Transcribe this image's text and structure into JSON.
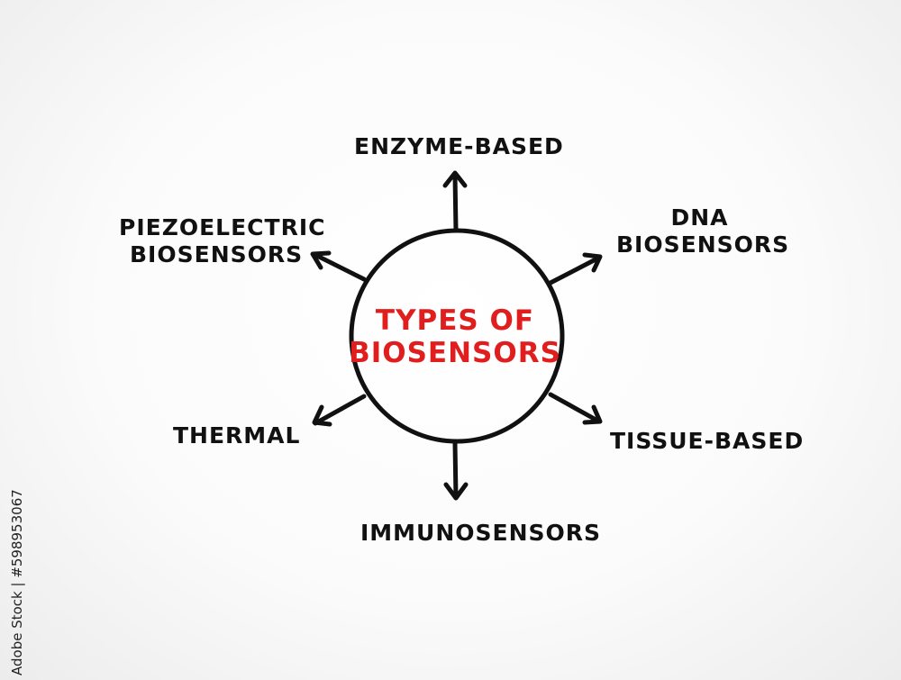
{
  "center": {
    "line1": "TYPES OF",
    "line2": "BIOSENSORS",
    "color": "#e01e1e"
  },
  "labels": {
    "enzyme": "ENZYME-BASED",
    "dna_line1": "DNA",
    "dna_line2": "BIOSENSORS",
    "tissue": "TISSUE-BASED",
    "immuno": "IMMUNOSENSORS",
    "thermal": "THERMAL",
    "piezo_line1": "PIEZOELECTRIC",
    "piezo_line2": "BIOSENSORS"
  },
  "watermark": "Adobe Stock | #598953067",
  "colors": {
    "ink": "#111111"
  }
}
